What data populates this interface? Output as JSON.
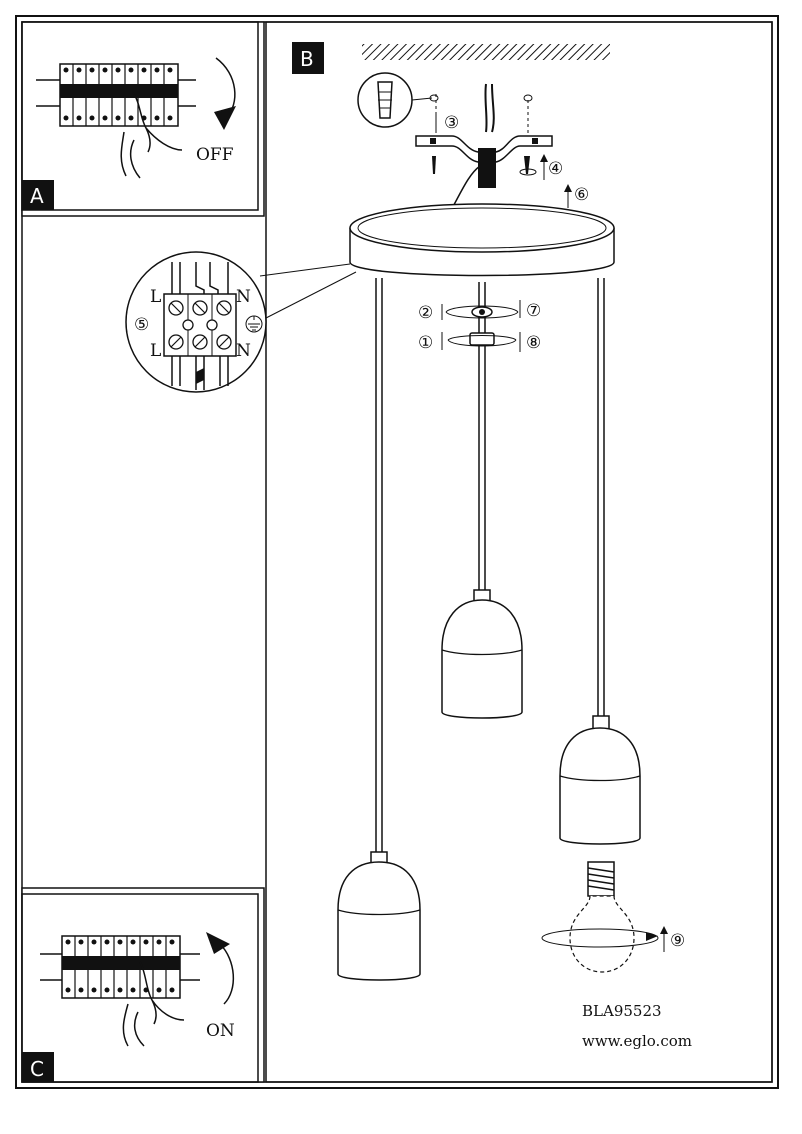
{
  "panels": {
    "a": {
      "letter": "A",
      "switch_text": "OFF"
    },
    "b": {
      "letter": "B"
    },
    "c": {
      "letter": "C",
      "switch_text": "ON"
    }
  },
  "steps": [
    "①",
    "②",
    "③",
    "④",
    "⑤",
    "⑥",
    "⑦",
    "⑧",
    "⑨"
  ],
  "terminal_labels": {
    "left_top": "L",
    "left_bottom": "L",
    "right_top": "N",
    "right_bottom": "N"
  },
  "footer": {
    "model": "BLA95523",
    "website": "www.eglo.com"
  }
}
